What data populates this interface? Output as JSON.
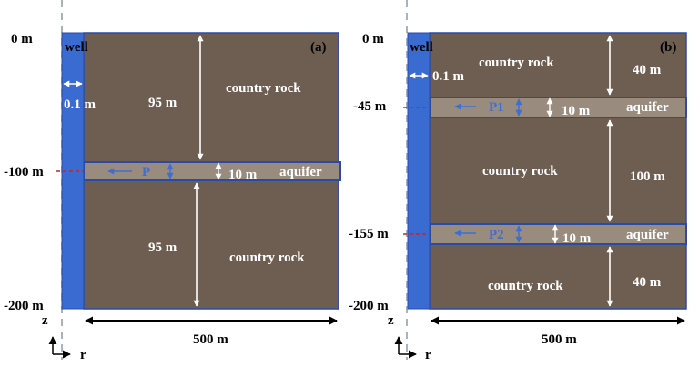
{
  "colors": {
    "rock": "#6e5e52",
    "aquifer": "#9a8b7f",
    "well": "#3a6bd0",
    "frame": "#2b4aa8",
    "marker": "#cc2222",
    "guide": "#a9b2c0",
    "pressure": "#3a6fd8"
  },
  "icons": {
    "arrow": "double-headed-arrow-icon",
    "flow": "flow-arrow-icon",
    "axes": "coordinate-axes-icon"
  },
  "panel_a": {
    "tag": "(a)",
    "well_label": "well",
    "well_width": "0.1 m",
    "depth_top": "0 m",
    "depth_mid": "-100 m",
    "depth_bottom": "-200 m",
    "upper_rock": "country rock",
    "upper_thickness": "95 m",
    "aquifer_label": "aquifer",
    "aquifer_thickness": "10 m",
    "pressure_label": "P",
    "lower_rock": "country rock",
    "lower_thickness": "95 m",
    "width": "500 m",
    "axis_z": "z",
    "axis_r": "r"
  },
  "panel_b": {
    "tag": "(b)",
    "well_label": "well",
    "well_width": "0.1 m",
    "depth_top": "0 m",
    "depth_1": "-45 m",
    "depth_2": "-155 m",
    "depth_bottom": "-200 m",
    "top_rock": "country rock",
    "top_thickness": "40 m",
    "aquifer1_label": "aquifer",
    "aquifer1_thickness": "10 m",
    "pressure1_label": "P1",
    "mid_rock": "country rock",
    "mid_thickness": "100 m",
    "aquifer2_label": "aquifer",
    "aquifer2_thickness": "10 m",
    "pressure2_label": "P2",
    "bottom_rock": "country rock",
    "bottom_thickness": "40 m",
    "width": "500 m",
    "axis_z": "z",
    "axis_r": "r"
  }
}
